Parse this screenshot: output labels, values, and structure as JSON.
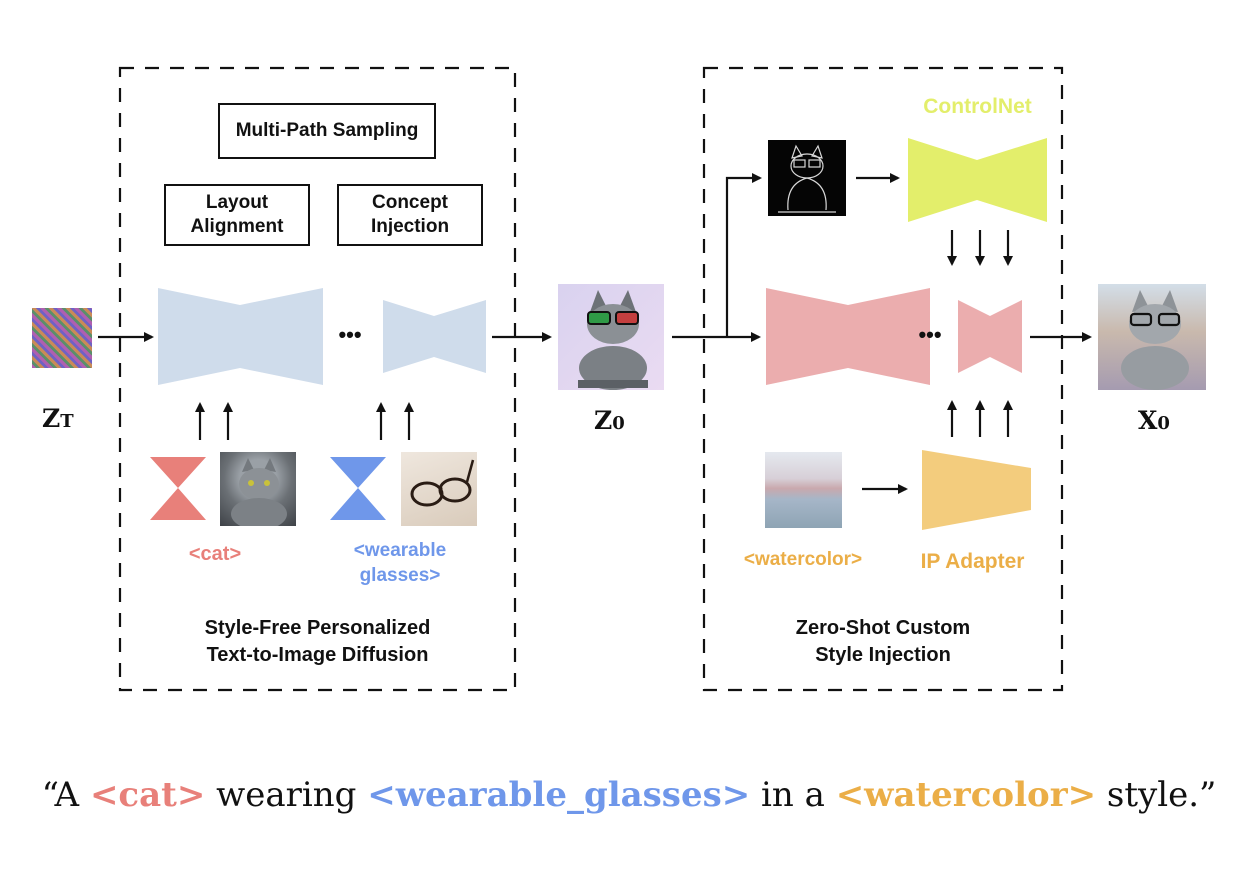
{
  "left_panel": {
    "multi_path": "Multi-Path Sampling",
    "layout_alignment": [
      "Layout",
      "Alignment"
    ],
    "concept_injection": [
      "Concept",
      "Injection"
    ],
    "ellipsis": "•••",
    "concept_cat": "<cat>",
    "concept_glasses": [
      "<wearable",
      "glasses>"
    ],
    "title": [
      "Style-Free Personalized",
      "Text-to-Image Diffusion"
    ]
  },
  "right_panel": {
    "controlnet": "ControlNet",
    "ellipsis": "•••",
    "style_token": "<watercolor>",
    "ip_adapter": "IP Adapter",
    "title": [
      "Zero-Shot Custom",
      "Style Injection"
    ]
  },
  "latents": {
    "zt_main": "Z",
    "zt_sub": "T",
    "z0_main": "Z",
    "z0_sub": "0",
    "x0_main": "X",
    "x0_sub": "0"
  },
  "caption": {
    "part1": "“A ",
    "token_cat": "<cat>",
    "part2": " wearing ",
    "token_glasses": "<wearable_glasses>",
    "part3": " in a ",
    "token_style": "<watercolor>",
    "part4": " style.”"
  },
  "colors": {
    "cat": "#E8807A",
    "glasses": "#6F97EA",
    "watercolor": "#EBAE47",
    "controlnet": "#E3EE6B",
    "unet_blue": "#CFDCEB",
    "unet_pink": "#EBADAE",
    "ip_adapter": "#F3CC7D"
  },
  "icons": [
    "noise-image",
    "cat-photo",
    "glasses-photo",
    "cat-with-glasses-image",
    "edge-map-image",
    "watercolor-reference-image",
    "watercolor-cat-output-image"
  ]
}
